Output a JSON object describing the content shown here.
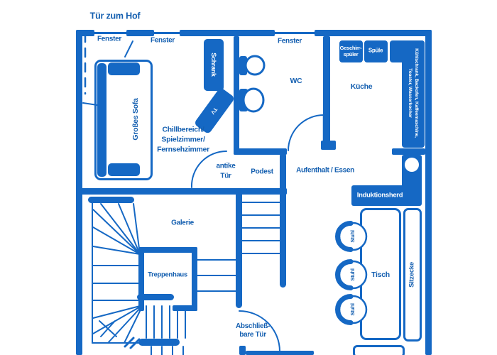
{
  "colors": {
    "wall_blue": "#1568c4",
    "text_blue": "#145fb0",
    "background": "#ffffff"
  },
  "header": {
    "title": "Tür zum Hof"
  },
  "labels": {
    "fenster": "Fenster",
    "wc": "WC",
    "kueche": "Küche",
    "chillbereich": [
      "Chillbereich/",
      "Spielzimmer/",
      "Fernsehzimmer"
    ],
    "antike_tuer": [
      "antike",
      "Tür"
    ],
    "podest": "Podest",
    "aufenthalt_essen": "Aufenthalt / Essen",
    "galerie": "Galerie",
    "treppenhaus": "Treppenhaus",
    "abschliessbare_tuer": [
      "Abschließ-",
      "bare Tür"
    ]
  },
  "furniture": {
    "grosses_sofa": "Großes Sofa",
    "schrank": "Schrank",
    "tv": "TV",
    "geschirrspueler": [
      "Geschirr-",
      "spüler"
    ],
    "spuele": "Spüle",
    "kuechenzeile": [
      "Kühlschrank, Backofen, Kaffeemaschine,",
      "Toaster, Wasserkocher"
    ],
    "induktionsherd": "Induktionsherd",
    "tisch": "Tisch",
    "sitzecke": "Sitzecke",
    "stuhl": "Stuhl"
  }
}
